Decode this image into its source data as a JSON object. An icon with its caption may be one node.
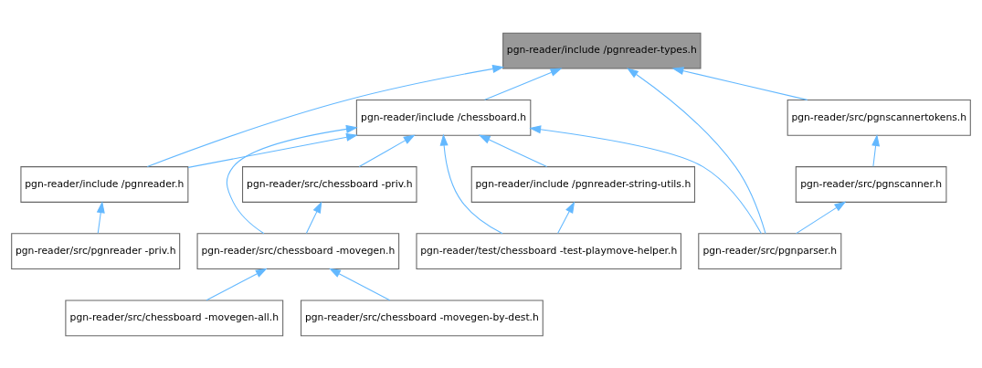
{
  "diagram": {
    "nodes": [
      {
        "text": [
          "pgn-reader/include /pgnreader-types.h"
        ]
      },
      {
        "text": [
          "pgn-reader/include /chessboard.h"
        ]
      },
      {
        "text": [
          "pgn-reader/src/pgnscannertokens.h"
        ]
      },
      {
        "text": [
          "pgn-reader/include /pgnreader.h"
        ]
      },
      {
        "text": [
          "pgn-reader/src/chessboard -priv.h"
        ]
      },
      {
        "text": [
          "pgn-reader/include /pgnreader-string-utils.h"
        ]
      },
      {
        "text": [
          "pgn-reader/src/pgnscanner.h"
        ]
      },
      {
        "text": [
          "pgn-reader/src/pgnreader -priv.h"
        ]
      },
      {
        "text": [
          "pgn-reader/src/chessboard -movegen.h"
        ]
      },
      {
        "text": [
          "pgn-reader/test/chessboard -test-playmove-helper.h"
        ]
      },
      {
        "text": [
          "pgn-reader/src/pgnparser.h"
        ]
      },
      {
        "text": [
          "pgn-reader/src/chessboard -movegen-all.h"
        ]
      },
      {
        "text": [
          "pgn-reader/src/chessboard -movegen-by-dest.h"
        ]
      }
    ],
    "edges": [
      {
        "from": 3,
        "to": 0,
        "arrow": "to"
      },
      {
        "from": 1,
        "to": 0,
        "arrow": "to"
      },
      {
        "from": 10,
        "to": 0,
        "arrow": "to"
      },
      {
        "from": 2,
        "to": 0,
        "arrow": "to"
      },
      {
        "from": 3,
        "to": 1,
        "arrow": "to"
      },
      {
        "from": 4,
        "to": 1,
        "arrow": "to"
      },
      {
        "from": 8,
        "to": 1,
        "arrow": "to"
      },
      {
        "from": 5,
        "to": 1,
        "arrow": "to"
      },
      {
        "from": 9,
        "to": 1,
        "arrow": "to"
      },
      {
        "from": 10,
        "to": 1,
        "arrow": "to"
      },
      {
        "from": 6,
        "to": 2,
        "arrow": "to"
      },
      {
        "from": 7,
        "to": 3,
        "arrow": "to"
      },
      {
        "from": 8,
        "to": 4,
        "arrow": "to"
      },
      {
        "from": 9,
        "to": 5,
        "arrow": "to"
      },
      {
        "from": 10,
        "to": 6,
        "arrow": "to"
      },
      {
        "from": 11,
        "to": 8,
        "arrow": "to"
      },
      {
        "from": 12,
        "to": 8,
        "arrow": "to"
      }
    ]
  }
}
